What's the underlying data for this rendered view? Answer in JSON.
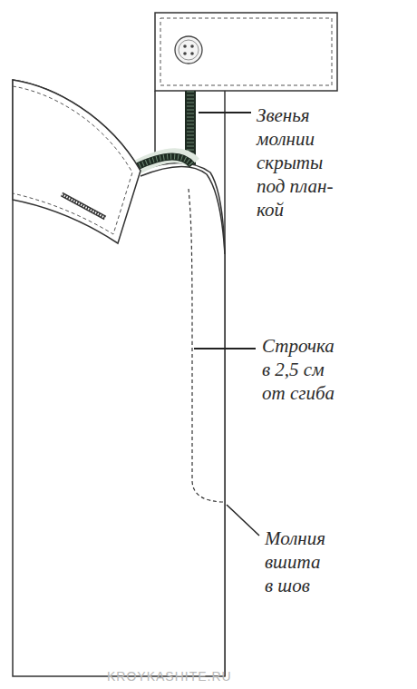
{
  "diagram": {
    "labels": [
      "Звенья молнии скрыты под план- кой",
      "Строчка в 2,5 см от сгиба",
      "Молния вшита в шов",
      "KROYKASHITE.RU"
    ]
  }
}
